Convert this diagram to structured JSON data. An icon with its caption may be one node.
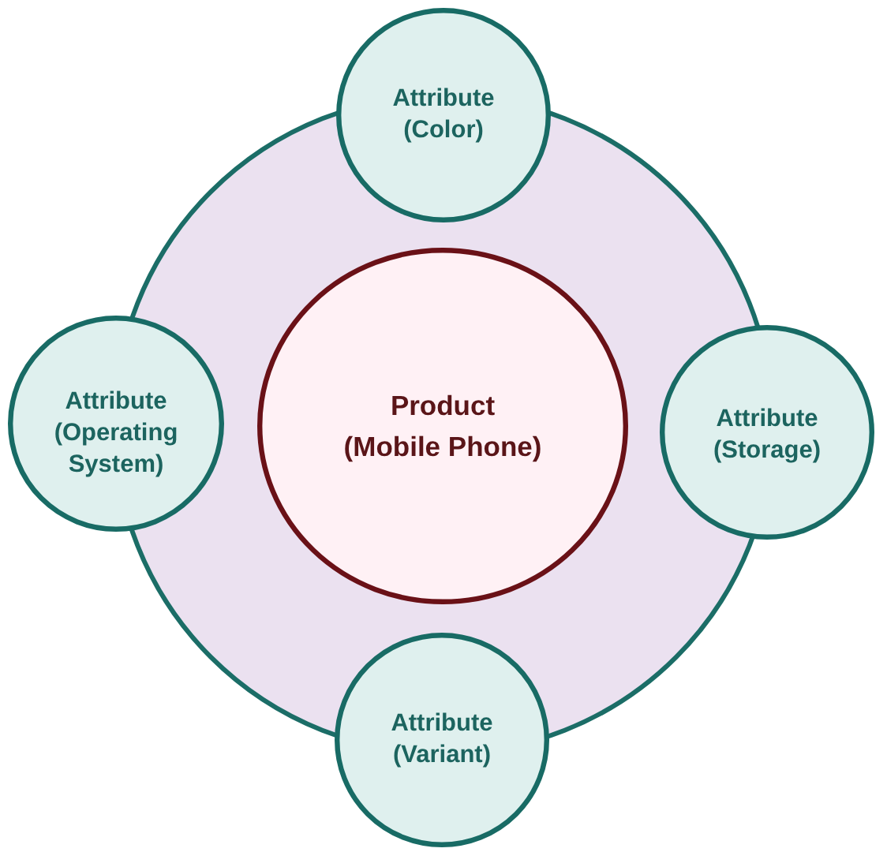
{
  "diagram": {
    "nodes": [
      {
        "text": [],
        "shape": "circle"
      },
      {
        "text": [
          "Attribute (Color)"
        ]
      },
      {
        "text": [
          "Attribute (Operating System)"
        ]
      },
      {
        "text": [
          "Product (Mobile Phone)"
        ],
        "in": 0
      },
      {
        "text": [
          "Attribute (Storage)"
        ]
      },
      {
        "text": [
          "Attribute (Variant)"
        ]
      }
    ],
    "edges": []
  }
}
